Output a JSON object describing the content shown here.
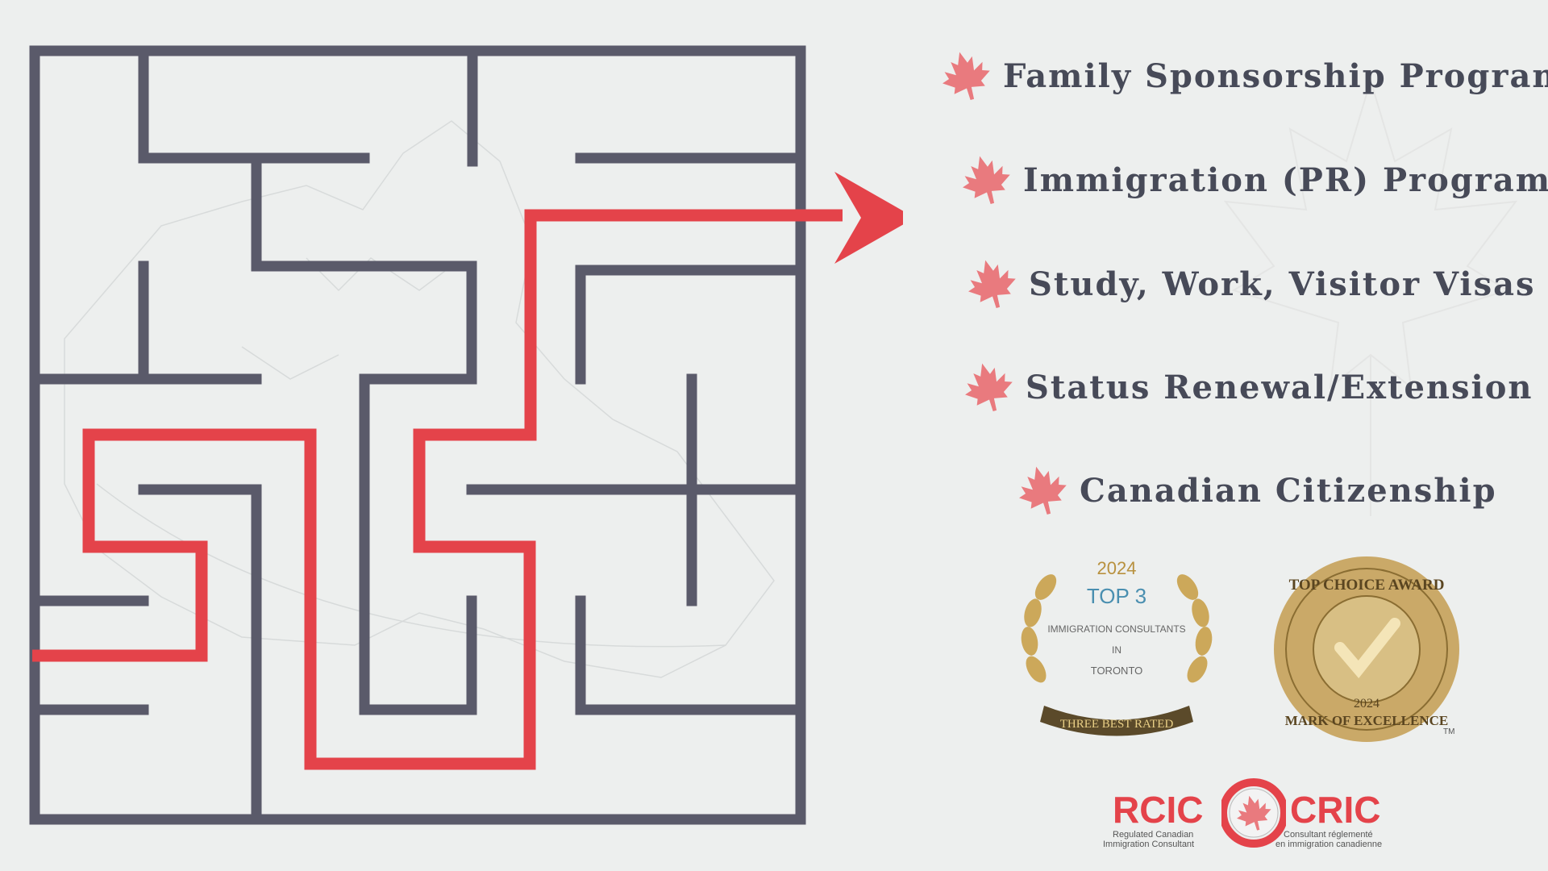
{
  "services": [
    {
      "label": "Family Sponsorship Programs",
      "icon": "maple-leaf-icon"
    },
    {
      "label": "Immigration (PR) Programs",
      "icon": "maple-leaf-icon"
    },
    {
      "label": "Study, Work, Visitor Visas",
      "icon": "maple-leaf-icon"
    },
    {
      "label": "Status Renewal/Extension",
      "icon": "maple-leaf-icon"
    },
    {
      "label": "Canadian Citizenship",
      "icon": "maple-leaf-icon"
    }
  ],
  "badge_top3": {
    "year": "2024",
    "title": "TOP 3",
    "line1": "IMMIGRATION CONSULTANTS",
    "line2": "IN",
    "line3": "TORONTO",
    "ribbon": "THREE BEST RATED"
  },
  "badge_award": {
    "top_text": "TOP CHOICE AWARD",
    "bottom_text": "MARK OF EXCELLENCE",
    "year": "2024",
    "tm": "TM"
  },
  "rcic_logo": {
    "left": "RCIC",
    "right": "CRIC",
    "left_sub1": "Regulated Canadian",
    "left_sub2": "Immigration Consultant",
    "right_sub1": "Consultant réglementé",
    "right_sub2": "en immigration canadienne"
  },
  "colors": {
    "maze_wall": "#5a5a6a",
    "path": "#e4434a",
    "leaf": "#e97a7e",
    "text": "#474a58",
    "background": "#edefee",
    "gold": "#c9a14a"
  }
}
